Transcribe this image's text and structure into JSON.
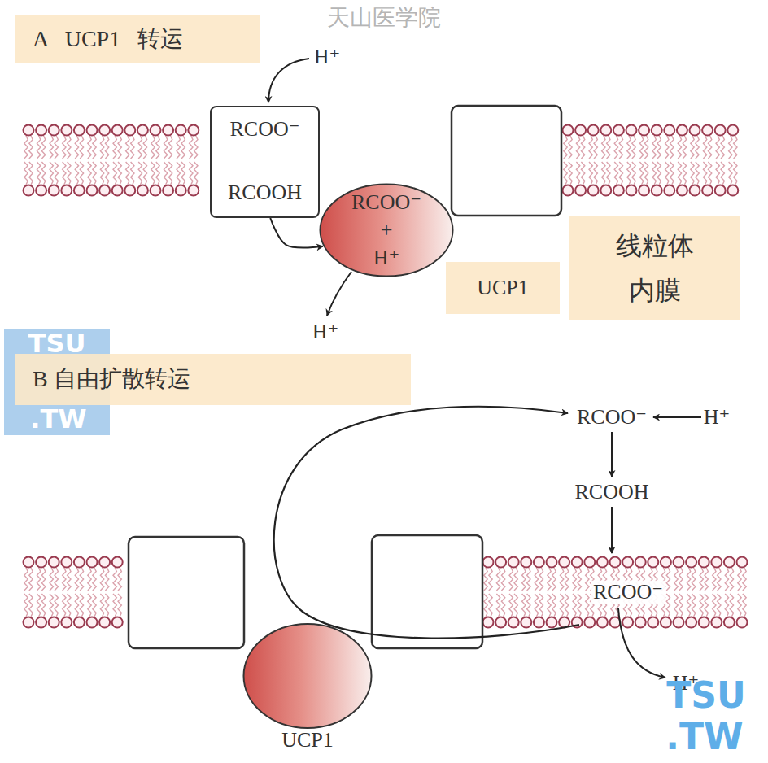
{
  "diagram": {
    "nodes": [
      {
        "text": [
          "A UCP1 转运"
        ]
      },
      {
        "text": [
          "RCOO⁻",
          "RCOOH"
        ]
      },
      {
        "text": [
          "RCOO⁻",
          "+",
          "H⁺"
        ]
      },
      {
        "text": [
          "UCP1"
        ]
      },
      {
        "text": [
          "线粒体 内膜"
        ]
      },
      {
        "text": [
          "B 自由扩散转运"
        ]
      },
      {
        "text": [
          "UCP1"
        ]
      }
    ],
    "edges": [
      {
        "from": 1,
        "to": 2,
        "arrow": "to"
      }
    ],
    "labels": [
      "天山医学院",
      "H⁺",
      "H⁺",
      "TSU",
      ".TW",
      "RCOO⁻",
      "H⁺",
      "RCOOH",
      "RCOO⁻",
      "H⁺",
      "TSU",
      ".TW"
    ]
  }
}
